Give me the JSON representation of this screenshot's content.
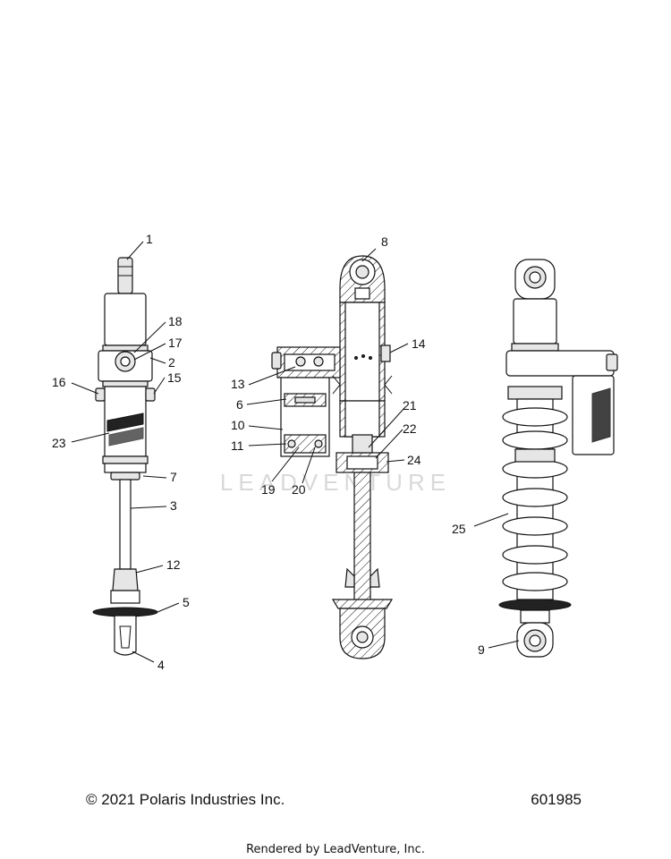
{
  "watermark": "LEADVENTURE",
  "callouts": [
    {
      "id": "1",
      "label": "1"
    },
    {
      "id": "2",
      "label": "2"
    },
    {
      "id": "3",
      "label": "3"
    },
    {
      "id": "4",
      "label": "4"
    },
    {
      "id": "5",
      "label": "5"
    },
    {
      "id": "6",
      "label": "6"
    },
    {
      "id": "7",
      "label": "7"
    },
    {
      "id": "8",
      "label": "8"
    },
    {
      "id": "9",
      "label": "9"
    },
    {
      "id": "10",
      "label": "10"
    },
    {
      "id": "11",
      "label": "11"
    },
    {
      "id": "12",
      "label": "12"
    },
    {
      "id": "13",
      "label": "13"
    },
    {
      "id": "14",
      "label": "14"
    },
    {
      "id": "15",
      "label": "15"
    },
    {
      "id": "16",
      "label": "16"
    },
    {
      "id": "17",
      "label": "17"
    },
    {
      "id": "18",
      "label": "18"
    },
    {
      "id": "19",
      "label": "19"
    },
    {
      "id": "20",
      "label": "20"
    },
    {
      "id": "21",
      "label": "21"
    },
    {
      "id": "22",
      "label": "22"
    },
    {
      "id": "23",
      "label": "23"
    },
    {
      "id": "24",
      "label": "24"
    },
    {
      "id": "25",
      "label": "25"
    }
  ],
  "footer": {
    "copyright": "© 2021 Polaris Industries Inc.",
    "doc_number": "601985",
    "rendered_by": "Rendered by LeadVenture, Inc."
  }
}
